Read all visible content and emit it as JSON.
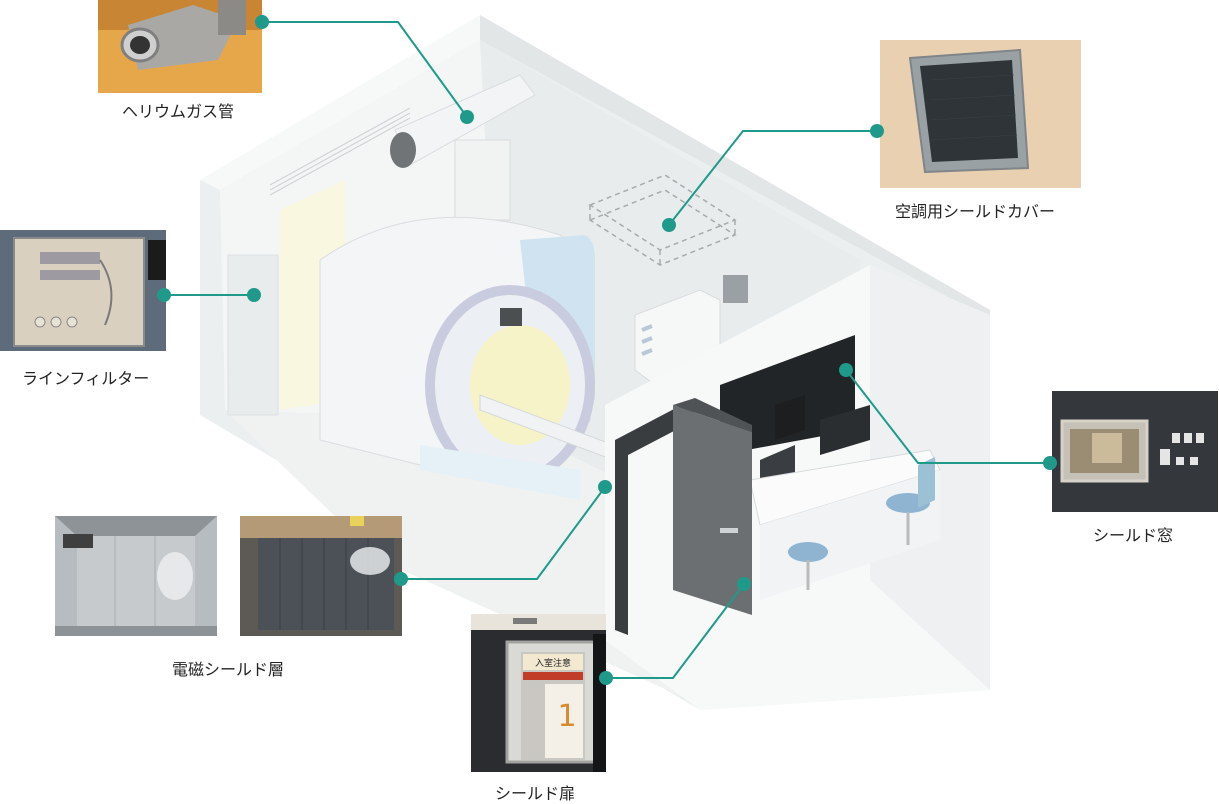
{
  "labels": {
    "helium": "ヘリウムガス管",
    "line_filter": "ラインフィルター",
    "em_shield": "電磁シールド層",
    "shield_door": "シールド扉",
    "shield_window": "シールド窓",
    "ac_cover": "空調用シールドカバー"
  },
  "door_sign": {
    "title": "入室注意",
    "number": "1"
  },
  "colors": {
    "leader": "#1f9a8a",
    "room_wall": "#eef0f1",
    "panel_dark": "#3a3d40"
  }
}
